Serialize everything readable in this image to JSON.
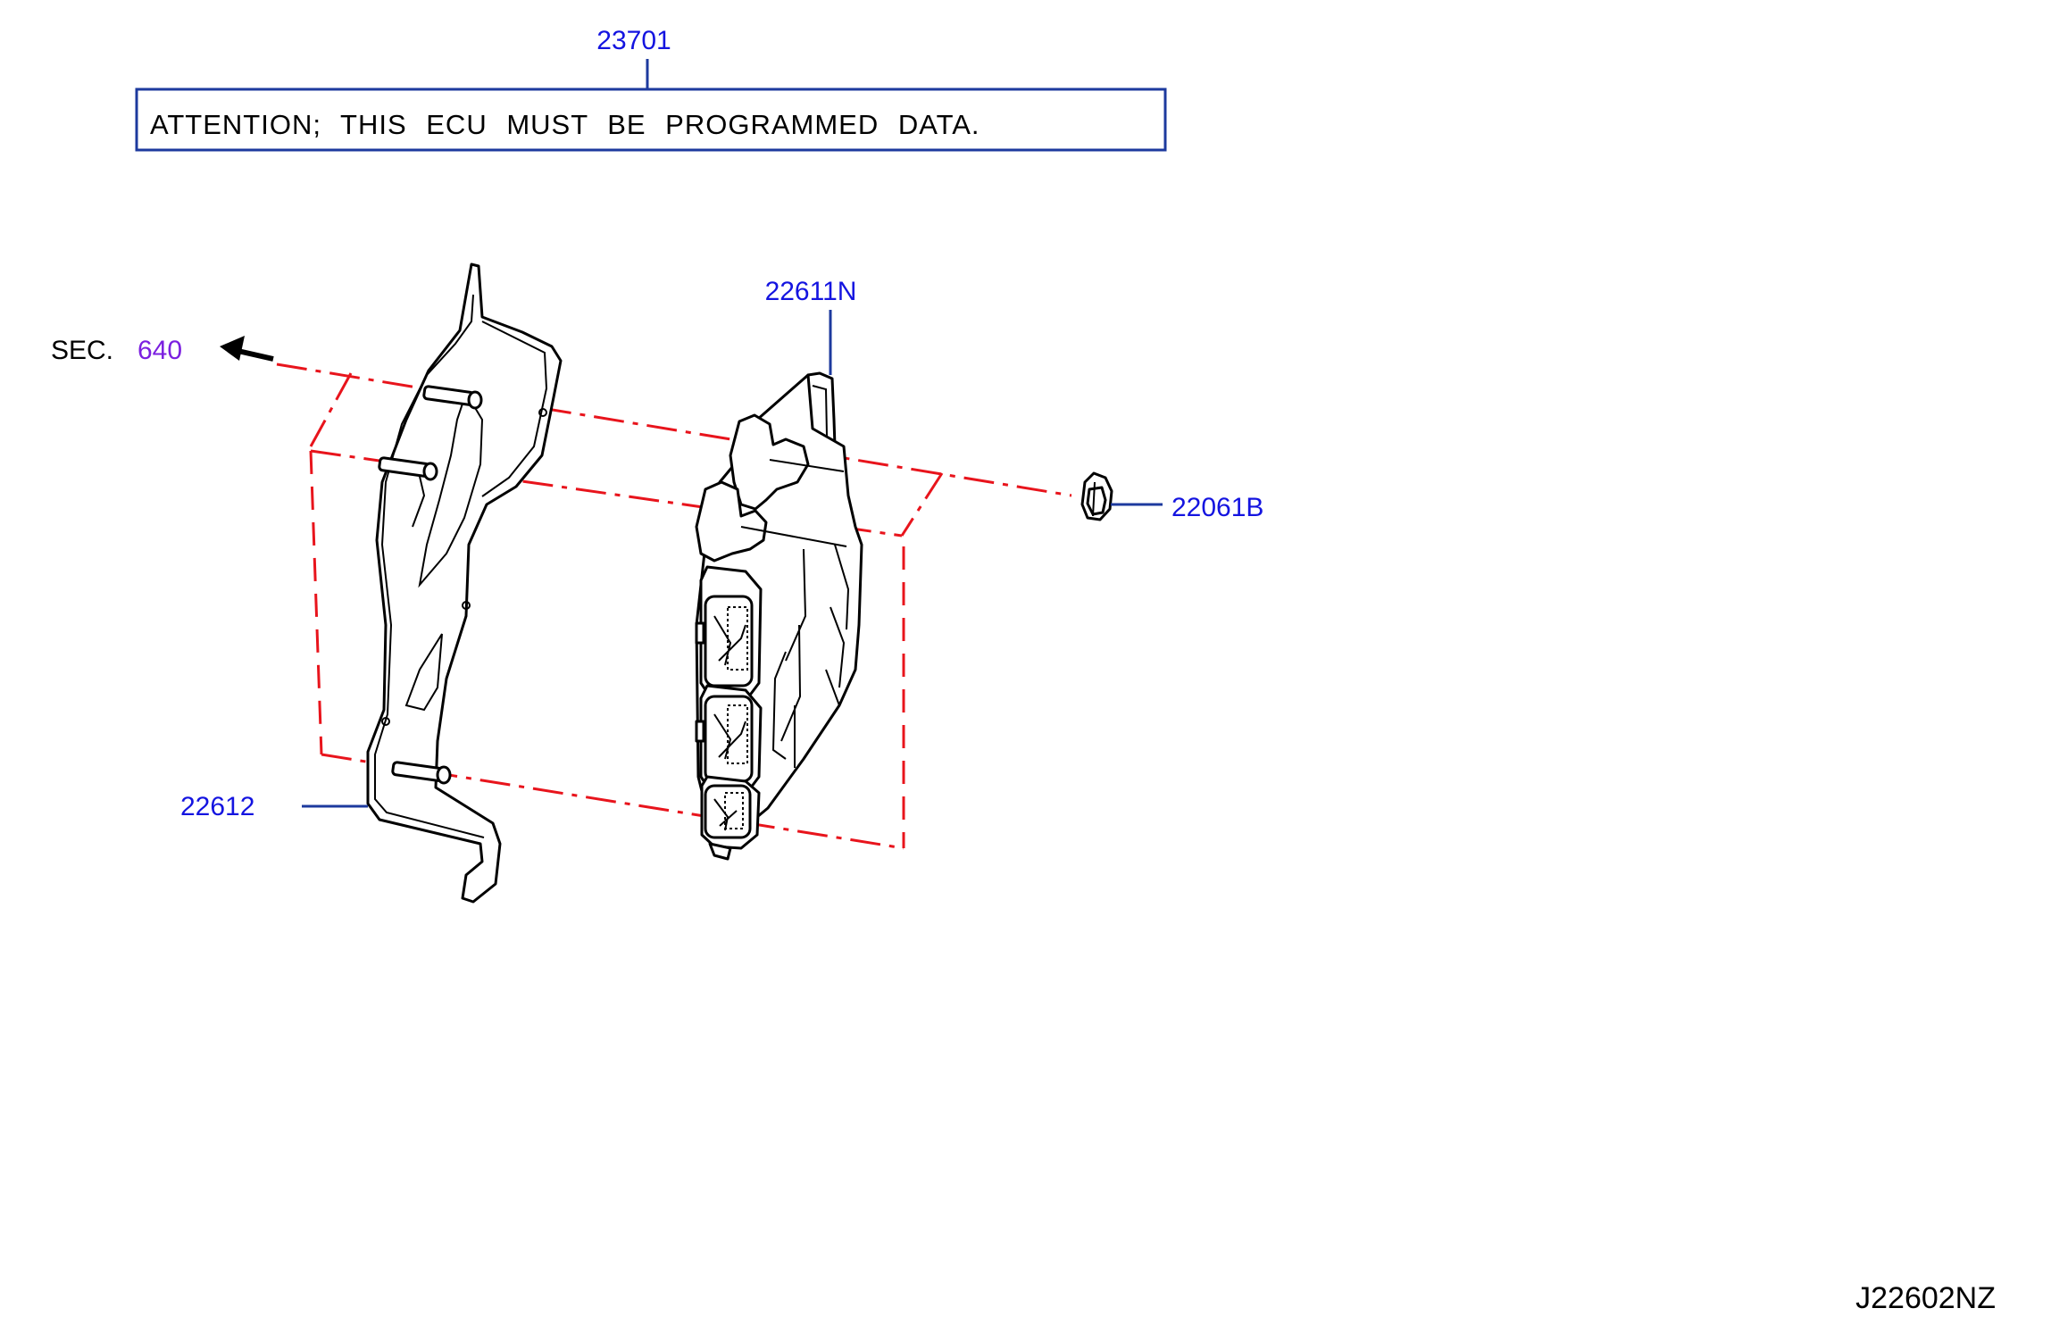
{
  "labels": {
    "part_23701": "23701",
    "attention_note": "ATTENTION;  THIS  ECU  MUST  BE  PROGRAMMED  DATA.",
    "part_22611n": "22611N",
    "sec_prefix": "SEC.",
    "sec_number": "640",
    "part_22061b": "22061B",
    "part_22612": "22612",
    "diagram_code": "J22602NZ"
  },
  "colors": {
    "callout": "#1414e0",
    "sec_link": "#7b1fe0",
    "leader": "#1d3a9e",
    "dash_chain": "#e8141c",
    "line_art": "#000000"
  }
}
